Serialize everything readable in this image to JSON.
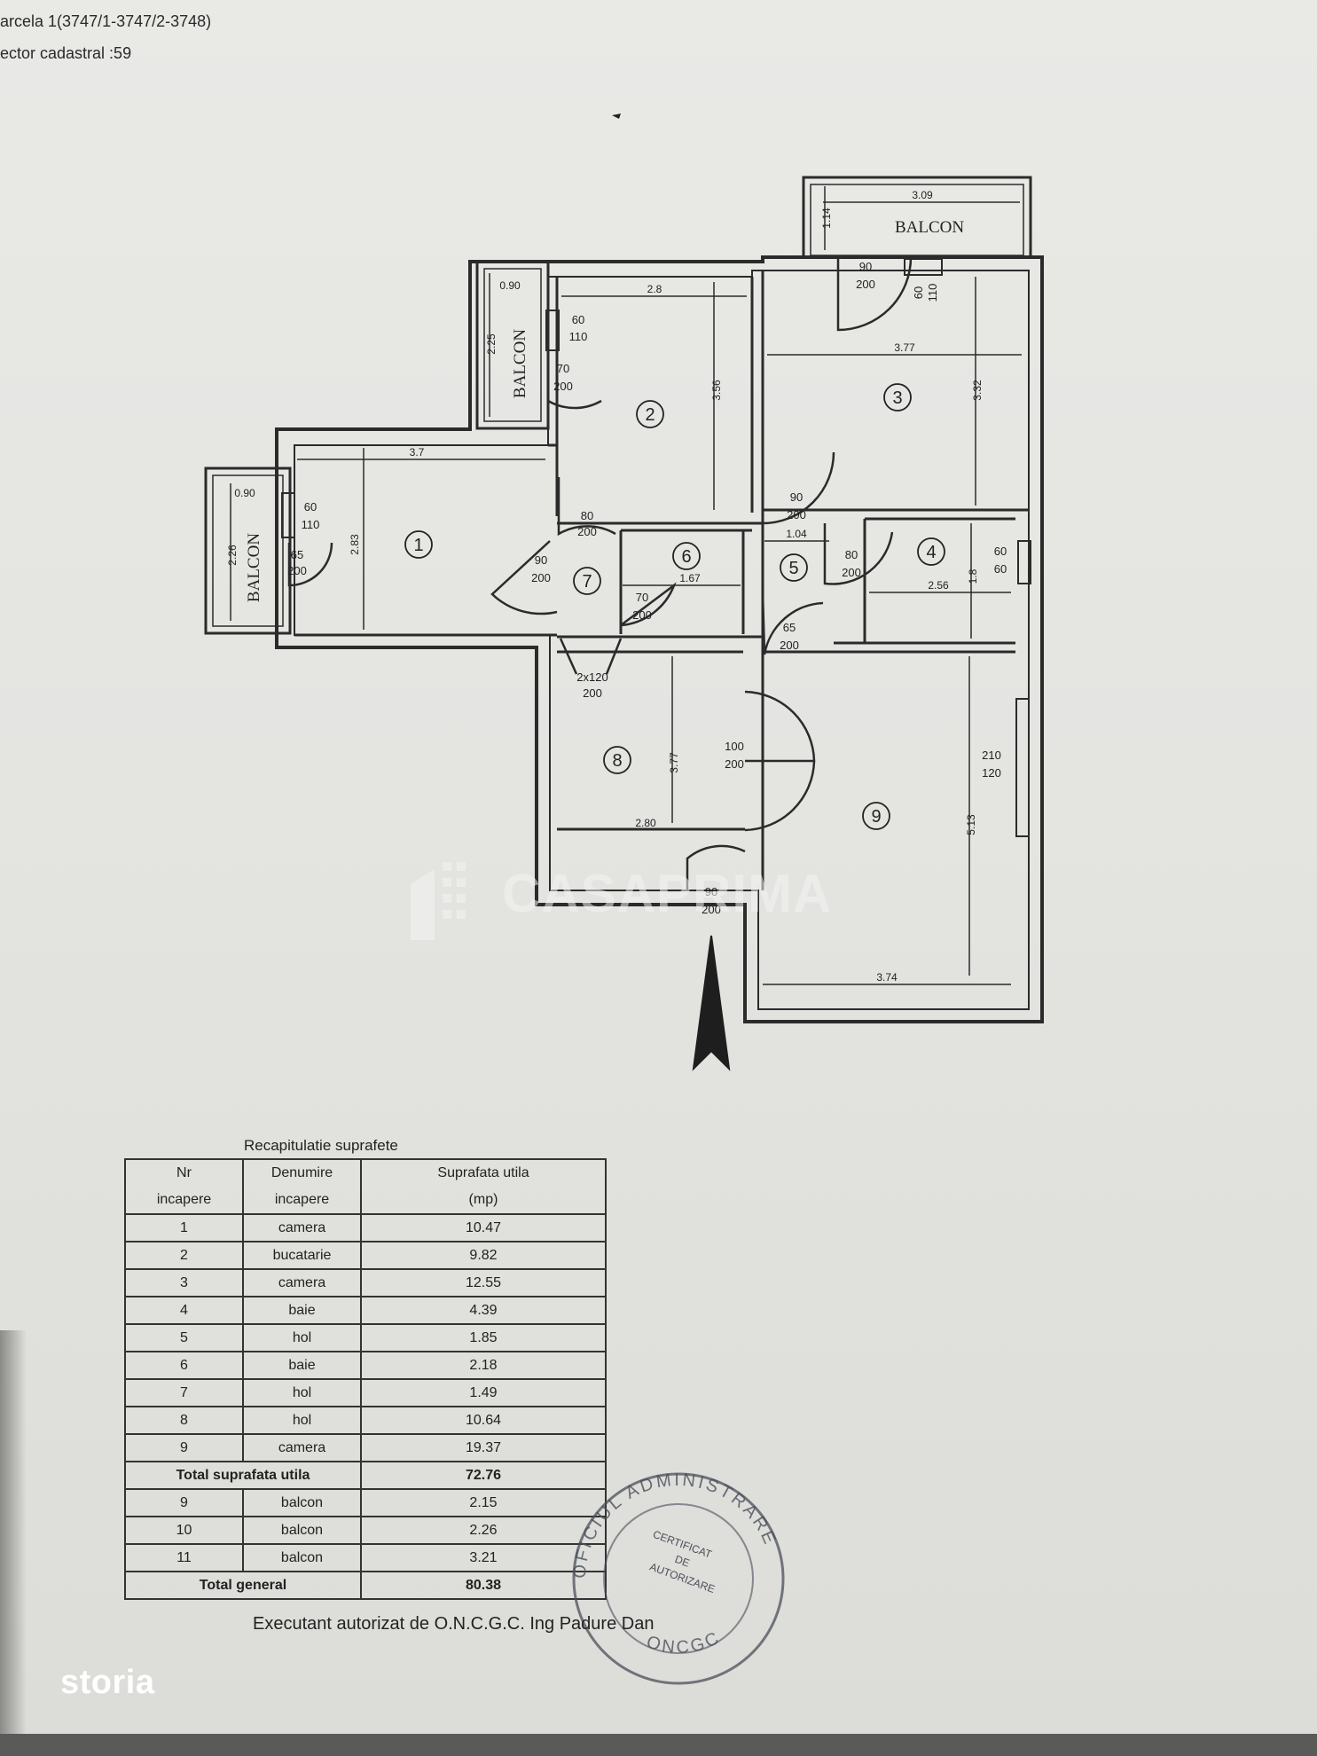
{
  "header": {
    "line1": "arcela 1(3747/1-3747/2-3748)",
    "line2": "ector cadastral :59"
  },
  "plan": {
    "balconies": [
      "BALCON",
      "BALCON",
      "BALCON"
    ],
    "rooms": [
      "1",
      "2",
      "3",
      "4",
      "5",
      "6",
      "7",
      "8",
      "9"
    ],
    "dims": {
      "d1_w": "3.7",
      "d1_h": "2.83",
      "d2_w": "2.8",
      "d2_h": "3.56",
      "d3_w": "3.77",
      "d3_h": "3.32",
      "d4_w": "2.56",
      "d4_h": "1.8",
      "d5_w": "1.04",
      "d6_w": "1.67",
      "d8_w": "2.80",
      "d8_h": "3.77",
      "d9_w": "3.74",
      "d9_h": "5.13",
      "balc_top_w": "3.09",
      "balc_top_h": "1.14",
      "balc_mid_w": "0.90",
      "balc_mid_h": "2.25",
      "balc_left_w": "0.90",
      "balc_left_h": "2.26"
    },
    "doors": {
      "a1": "60",
      "b1": "110",
      "a2": "70",
      "b2": "200",
      "a3": "90",
      "b3": "200",
      "a4": "60",
      "b4": "110",
      "a5": "90",
      "b5": "200",
      "a6": "60",
      "b6": "110",
      "a7": "65",
      "b7": "200",
      "a8": "80",
      "b8": "200",
      "a9": "90",
      "b9": "200",
      "a10": "70",
      "b10": "200",
      "a11": "80",
      "b11": "200",
      "a12": "65",
      "b12": "200",
      "a13": "60",
      "b13": "60",
      "a14": "100",
      "b14": "200",
      "a15": "210",
      "b15": "120",
      "a16": "90",
      "b16": "200",
      "a17": "2x120",
      "b17": "200"
    }
  },
  "watermark": {
    "text": "CASAPRIMA"
  },
  "table": {
    "title": "Recapitulatie suprafete",
    "headers": {
      "nr_1": "Nr",
      "nr_2": "incapere",
      "den_1": "Denumire",
      "den_2": "incapere",
      "sup_1": "Suprafata utila",
      "sup_2": "(mp)"
    },
    "rows": [
      {
        "nr": "1",
        "name": "camera",
        "area": "10.47"
      },
      {
        "nr": "2",
        "name": "bucatarie",
        "area": "9.82"
      },
      {
        "nr": "3",
        "name": "camera",
        "area": "12.55"
      },
      {
        "nr": "4",
        "name": "baie",
        "area": "4.39"
      },
      {
        "nr": "5",
        "name": "hol",
        "area": "1.85"
      },
      {
        "nr": "6",
        "name": "baie",
        "area": "2.18"
      },
      {
        "nr": "7",
        "name": "hol",
        "area": "1.49"
      },
      {
        "nr": "8",
        "name": "hol",
        "area": "10.64"
      },
      {
        "nr": "9",
        "name": "camera",
        "area": "19.37"
      }
    ],
    "total_util_label": "Total suprafata utila",
    "total_util_value": "72.76",
    "balcony_rows": [
      {
        "nr": "9",
        "name": "balcon",
        "area": "2.15"
      },
      {
        "nr": "10",
        "name": "balcon",
        "area": "2.26"
      },
      {
        "nr": "11",
        "name": "balcon",
        "area": "3.21"
      }
    ],
    "total_general_label": "Total general",
    "total_general_value": "80.38"
  },
  "footer": "Executant autorizat de O.N.C.G.C. Ing Padure Dan",
  "stamp": {
    "ring_top": "OFICIUL ADMINISTRARE",
    "ring_bottom": "ONCGC",
    "center_1": "CERTIFICAT",
    "center_2": "DE",
    "center_3": "AUTORIZARE"
  },
  "brand": "storia"
}
